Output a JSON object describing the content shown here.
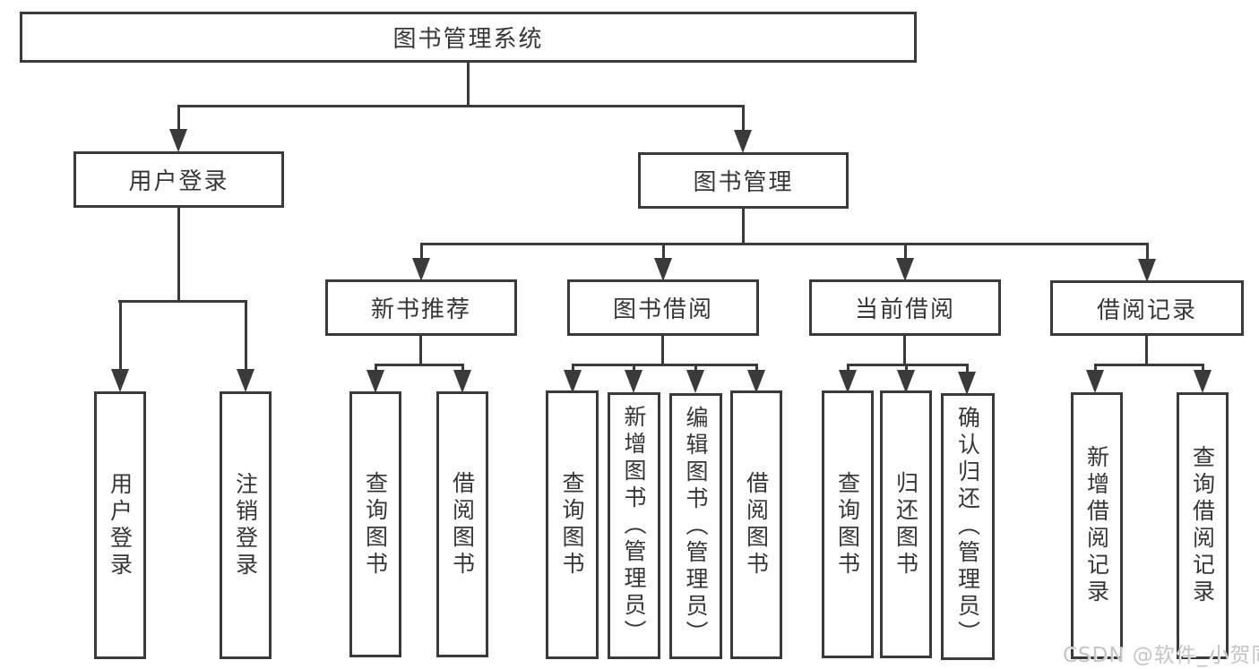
{
  "diagram_title": "图书管理系统",
  "colors": {
    "line": "#3a3a3a",
    "text": "#363636",
    "watermark": "#c5c5c5"
  },
  "tree": {
    "root": {
      "label": "图书管理系统"
    },
    "user_login": {
      "label": "用户登录"
    },
    "book_mgmt": {
      "label": "图书管理"
    },
    "new_book_rec": {
      "label": "新书推荐"
    },
    "book_borrow": {
      "label": "图书借阅"
    },
    "current_borrow": {
      "label": "当前借阅"
    },
    "borrow_record": {
      "label": "借阅记录"
    },
    "leaf_user_login": {
      "label": "用户登录"
    },
    "leaf_logout": {
      "label": "注销登录"
    },
    "leaf_rec_query": {
      "label": "查询图书"
    },
    "leaf_rec_borrow": {
      "label": "借阅图书"
    },
    "leaf_bb_query": {
      "label": "查询图书"
    },
    "leaf_bb_add": {
      "label": "新增图书（管理员）"
    },
    "leaf_bb_edit": {
      "label": "编辑图书（管理员）"
    },
    "leaf_bb_borrow": {
      "label": "借阅图书"
    },
    "leaf_cb_query": {
      "label": "查询图书"
    },
    "leaf_cb_return": {
      "label": "归还图书"
    },
    "leaf_cb_confirm": {
      "label": "确认归还（管理员）"
    },
    "leaf_br_add": {
      "label": "新增借阅记录"
    },
    "leaf_br_query": {
      "label": "查询借阅记录"
    }
  },
  "watermark": "CSDN @软件_小贺同学"
}
